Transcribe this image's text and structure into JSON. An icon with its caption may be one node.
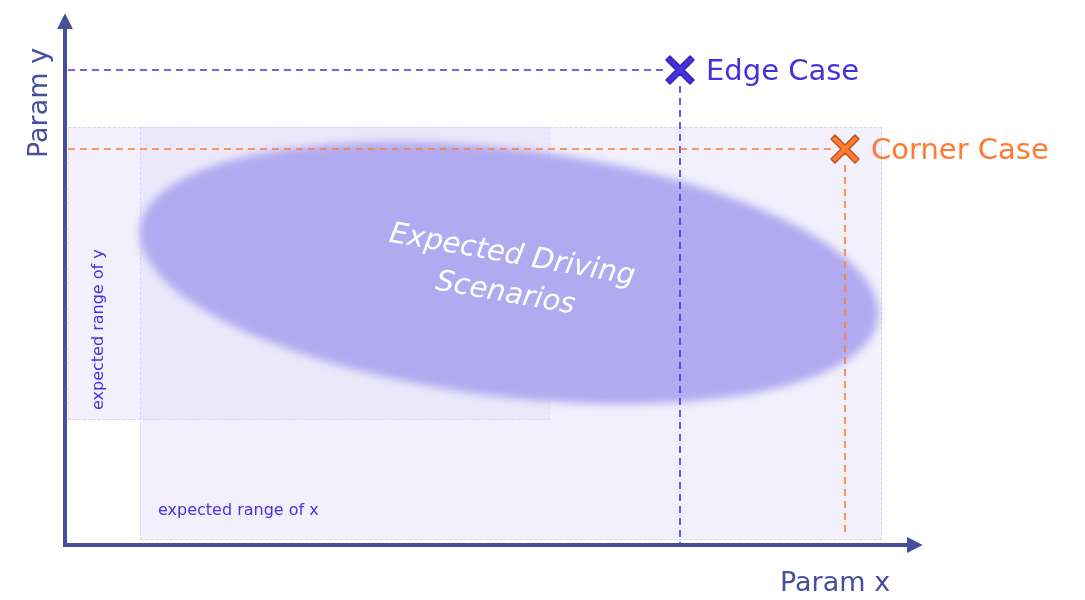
{
  "diagram": {
    "nodes": [
      {
        "text": [
          "Expected Driving Scenarios"
        ]
      },
      {
        "text": [
          "Edge Case"
        ]
      },
      {
        "text": [
          "Corner Case"
        ]
      }
    ],
    "labels": [
      "Param y",
      "expected range of y",
      "expected range of x",
      "Param x"
    ]
  }
}
